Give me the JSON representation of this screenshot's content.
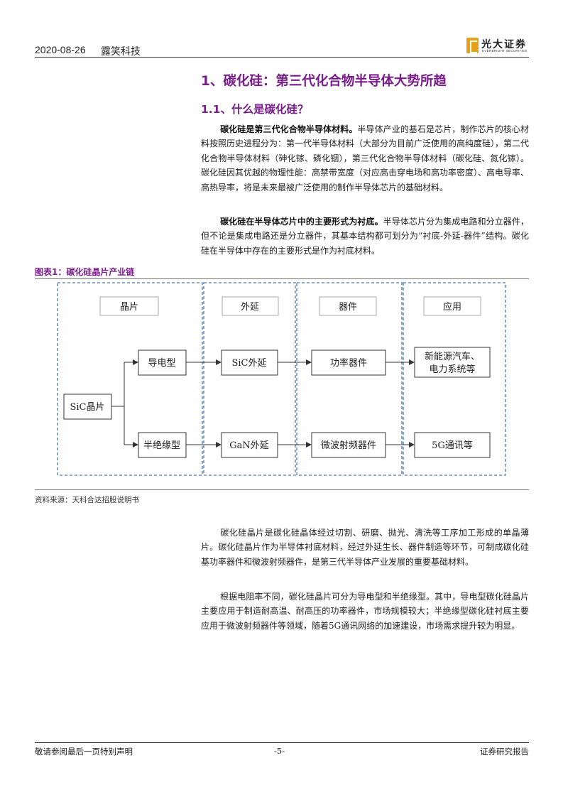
{
  "header": {
    "date": "2020-08-26",
    "company": "露笑科技",
    "logo_cn": "光大证券",
    "logo_en": "EVERBRIGHT SECURITIES"
  },
  "section": {
    "title": "1、碳化硅：第三代化合物半导体大势所趋",
    "subtitle": "1.1、什么是碳化硅？"
  },
  "paragraphs": {
    "p1_lead": "碳化硅是第三代化合物半导体材料。",
    "p1_body": "半导体产业的基石是芯片，制作芯片的核心材料按照历史进程分为：第一代半导体材料（大部分为目前广泛使用的高纯度硅），第二代化合物半导体材料（砷化镓、磷化铟），第三代化合物半导体材料（碳化硅、氮化镓）。碳化硅因其优越的物理性能：高禁带宽度（对应高击穿电场和高功率密度）、高电导率、高热导率，将是未来最被广泛使用的制作半导体芯片的基础材料。",
    "p2_lead": "碳化硅在半导体芯片中的主要形式为衬底。",
    "p2_body": "半导体芯片分为集成电路和分立器件，但不论是集成电路还是分立器件，其基本结构都可划分为“衬底-外延-器件”结构。碳化硅在半导体中存在的主要形式是作为衬底材料。",
    "p3": "碳化硅晶片是碳化硅晶体经过切割、研磨、抛光、清洗等工序加工形成的单晶薄片。碳化硅晶片作为半导体衬底材料，经过外延生长、器件制造等环节，可制成碳化硅基功率器件和微波射频器件，是第三代半导体产业发展的重要基础材料。",
    "p4": "根据电阻率不同，碳化硅晶片可分为导电型和半绝缘型。其中，导电型碳化硅晶片主要应用于制造耐高温、耐高压的功率器件，市场规模较大；半绝缘型碳化硅衬底主要应用于微波射频器件等领域，随着5G通讯网络的加速建设，市场需求提升较为明显。"
  },
  "figure": {
    "title": "图表1：碳化硅晶片产业链",
    "source": "资料来源：天科合达招股说明书",
    "headers": [
      "晶片",
      "外延",
      "器件",
      "应用"
    ],
    "nodes": {
      "sic_wafer": "SiC晶片",
      "conductive": "导电型",
      "semi_insulating": "半绝缘型",
      "sic_epi": "SiC外延",
      "gan_epi": "GaN外延",
      "power_device": "功率器件",
      "rf_device": "微波射频器件",
      "app_ev_line1": "新能源汽车、",
      "app_ev_line2": "电力系统等",
      "app_5g": "5G通讯等"
    }
  },
  "footer": {
    "left": "敬请参阅最后一页特别声明",
    "page": "-5-",
    "right": "证券研究报告"
  }
}
